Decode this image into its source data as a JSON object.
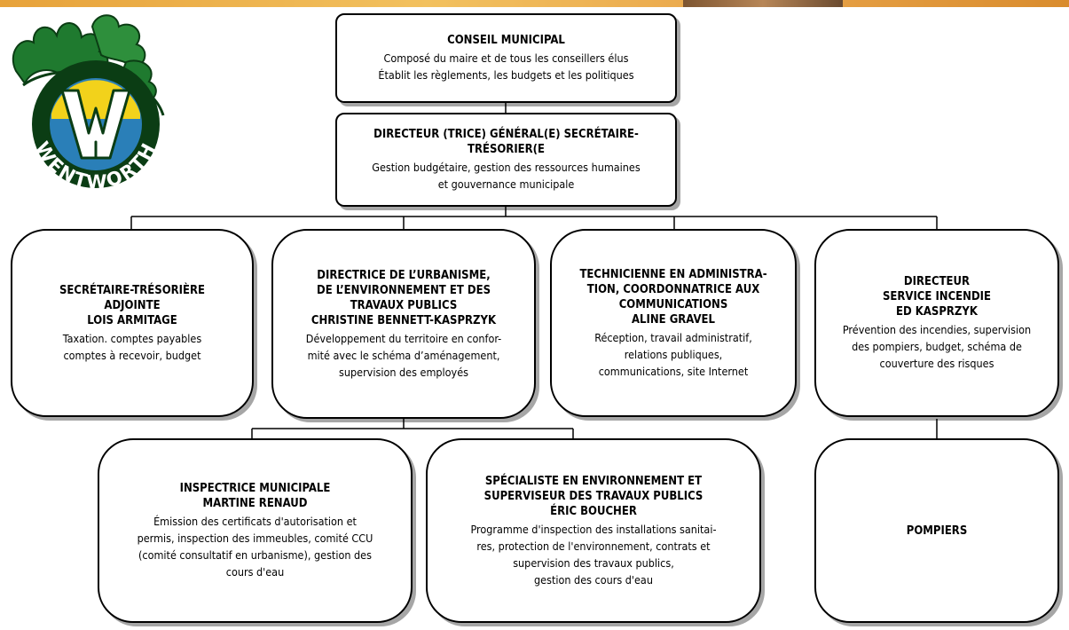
{
  "logo": {
    "name": "WENTWORTH",
    "letter": "W"
  },
  "colors": {
    "ink": "#000000",
    "shadow": "#555555",
    "leaf": "#1f7a2f",
    "ring_blue": "#2a7fb8",
    "ring_yellow": "#f2d21b"
  },
  "boxes": {
    "conseil": {
      "title": [
        "CONSEIL MUNICIPAL"
      ],
      "desc": [
        "Composé du maire et de tous les conseillers élus",
        "Établit les règlements, les budgets et les politiques"
      ]
    },
    "directeur_general": {
      "title": [
        "DIRECTEUR (TRICE) GÉNÉRAL(E) SECRÉTAIRE-TRÉSORIER(E"
      ],
      "desc": [
        "Gestion budgétaire, gestion des ressources humaines",
        "et gouvernance municipale"
      ]
    },
    "secretaire": {
      "title": [
        "SECRÉTAIRE-TRÉSORIÈRE",
        "ADJOINTE",
        "LOIS ARMITAGE"
      ],
      "desc": [
        "Taxation. comptes payables",
        "comptes à recevoir, budget"
      ]
    },
    "urbanisme": {
      "title": [
        "DIRECTRICE DE L’URBANISME,",
        "DE L’ENVIRONNEMENT ET DES",
        "TRAVAUX PUBLICS",
        "CHRISTINE BENNETT-KASPRZYK"
      ],
      "desc": [
        "Développement du territoire en confor-",
        "mité avec le schéma d’aménagement,",
        "supervision des employés"
      ]
    },
    "technicienne": {
      "title": [
        "TECHNICIENNE EN ADMINISTRA-",
        "TION, COORDONNATRICE  AUX",
        "COMMUNICATIONS",
        "ALINE GRAVEL"
      ],
      "desc": [
        "Réception, travail administratif,",
        "relations publiques,",
        "communications, site Internet"
      ]
    },
    "incendie": {
      "title": [
        "DIRECTEUR",
        "SERVICE INCENDIE",
        "ED KASPRZYK"
      ],
      "desc": [
        "Prévention des incendies, supervision",
        "des pompiers, budget, schéma de",
        "couverture des risques"
      ]
    },
    "inspectrice": {
      "title": [
        "INSPECTRICE MUNICIPALE",
        "MARTINE RENAUD"
      ],
      "desc": [
        "Émission des certificats d'autorisation et",
        "permis, inspection des immeubles, comité CCU",
        "(comité consultatif en urbanisme), gestion des",
        "cours d'eau"
      ]
    },
    "specialiste": {
      "title": [
        "SPÉCIALISTE EN ENVIRONNEMENT ET",
        "SUPERVISEUR DES TRAVAUX PUBLICS",
        "ÉRIC BOUCHER"
      ],
      "desc": [
        "Programme d'inspection des installations sanitai-",
        "res, protection de l'environnement, contrats et",
        "supervision des travaux publics,",
        "gestion des cours d'eau"
      ]
    },
    "pompiers": {
      "title": [
        "POMPIERS"
      ],
      "desc": []
    }
  }
}
